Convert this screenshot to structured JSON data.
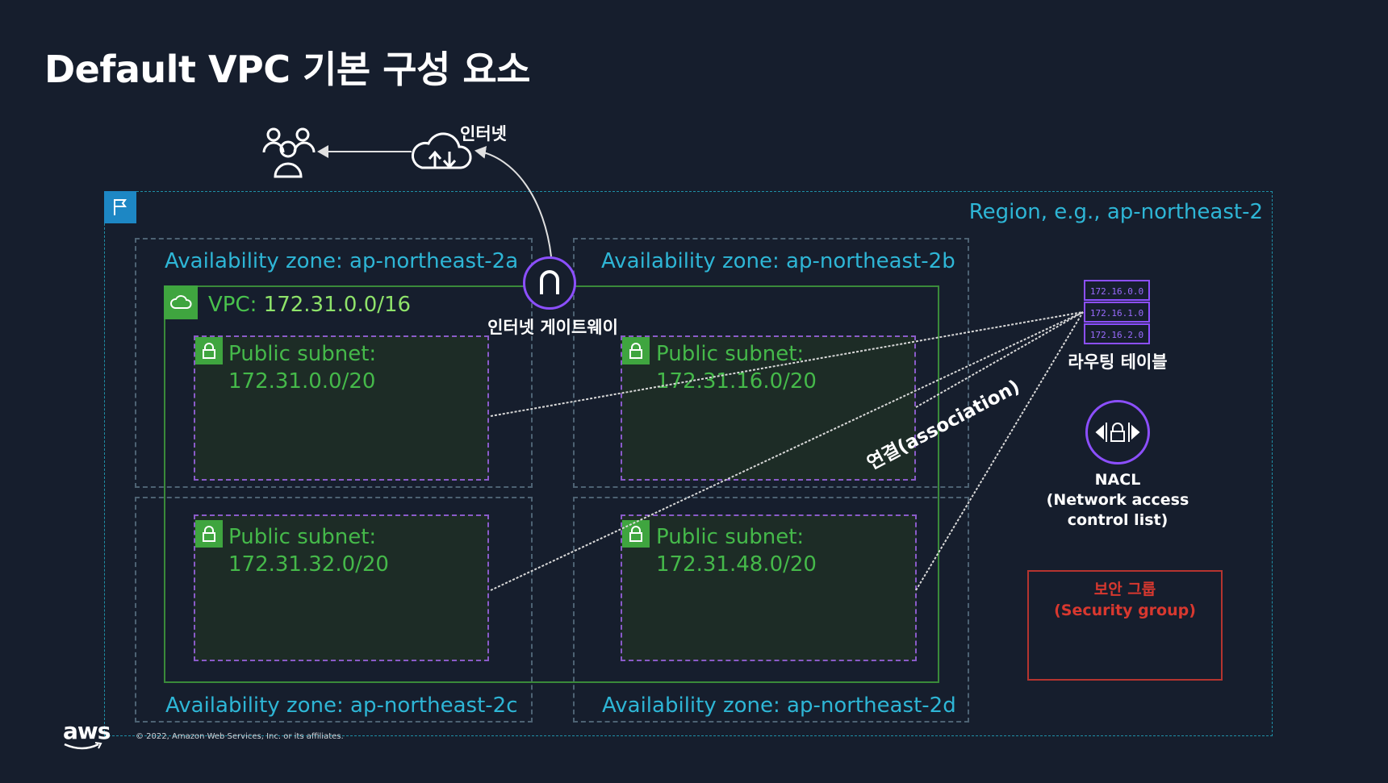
{
  "title": "Default VPC 기본 구성 요소",
  "internet": {
    "label": "인터넷"
  },
  "region": {
    "label": "Region, e.g., ap-northeast-2"
  },
  "availability_zones": [
    {
      "label": "Availability zone: ap-northeast-2a"
    },
    {
      "label": "Availability zone: ap-northeast-2b"
    },
    {
      "label": "Availability zone: ap-northeast-2c"
    },
    {
      "label": "Availability zone: ap-northeast-2d"
    }
  ],
  "vpc": {
    "label_key": "VPC:",
    "label_cidr": "172.31.0.0/16"
  },
  "internet_gateway": {
    "label": "인터넷 게이트웨이"
  },
  "subnets": [
    {
      "type": "Public subnet:",
      "cidr": "172.31.0.0/20"
    },
    {
      "type": "Public subnet:",
      "cidr": "172.31.16.0/20"
    },
    {
      "type": "Public subnet:",
      "cidr": "172.31.32.0/20"
    },
    {
      "type": "Public subnet:",
      "cidr": "172.31.48.0/20"
    }
  ],
  "route_table": {
    "label": "라우팅 테이블",
    "entries": [
      "172.16.0.0",
      "172.16.1.0",
      "172.16.2.0"
    ]
  },
  "association_label": "연결(association)",
  "nacl": {
    "line1": "NACL",
    "line2": "(Network access",
    "line3": "control list)"
  },
  "security_group": {
    "line1": "보안 그룹",
    "line2": "(Security group)"
  },
  "footer": {
    "logo": "aws",
    "copyright": "© 2022, Amazon Web Services, Inc. or its affiliates."
  },
  "colors": {
    "background": "#161e2d",
    "region": "#2eb6d6",
    "vpc": "#3fa53f",
    "subnet_border": "#8a5bc9",
    "igw": "#8c4fff",
    "security_group": "#d8382f"
  }
}
